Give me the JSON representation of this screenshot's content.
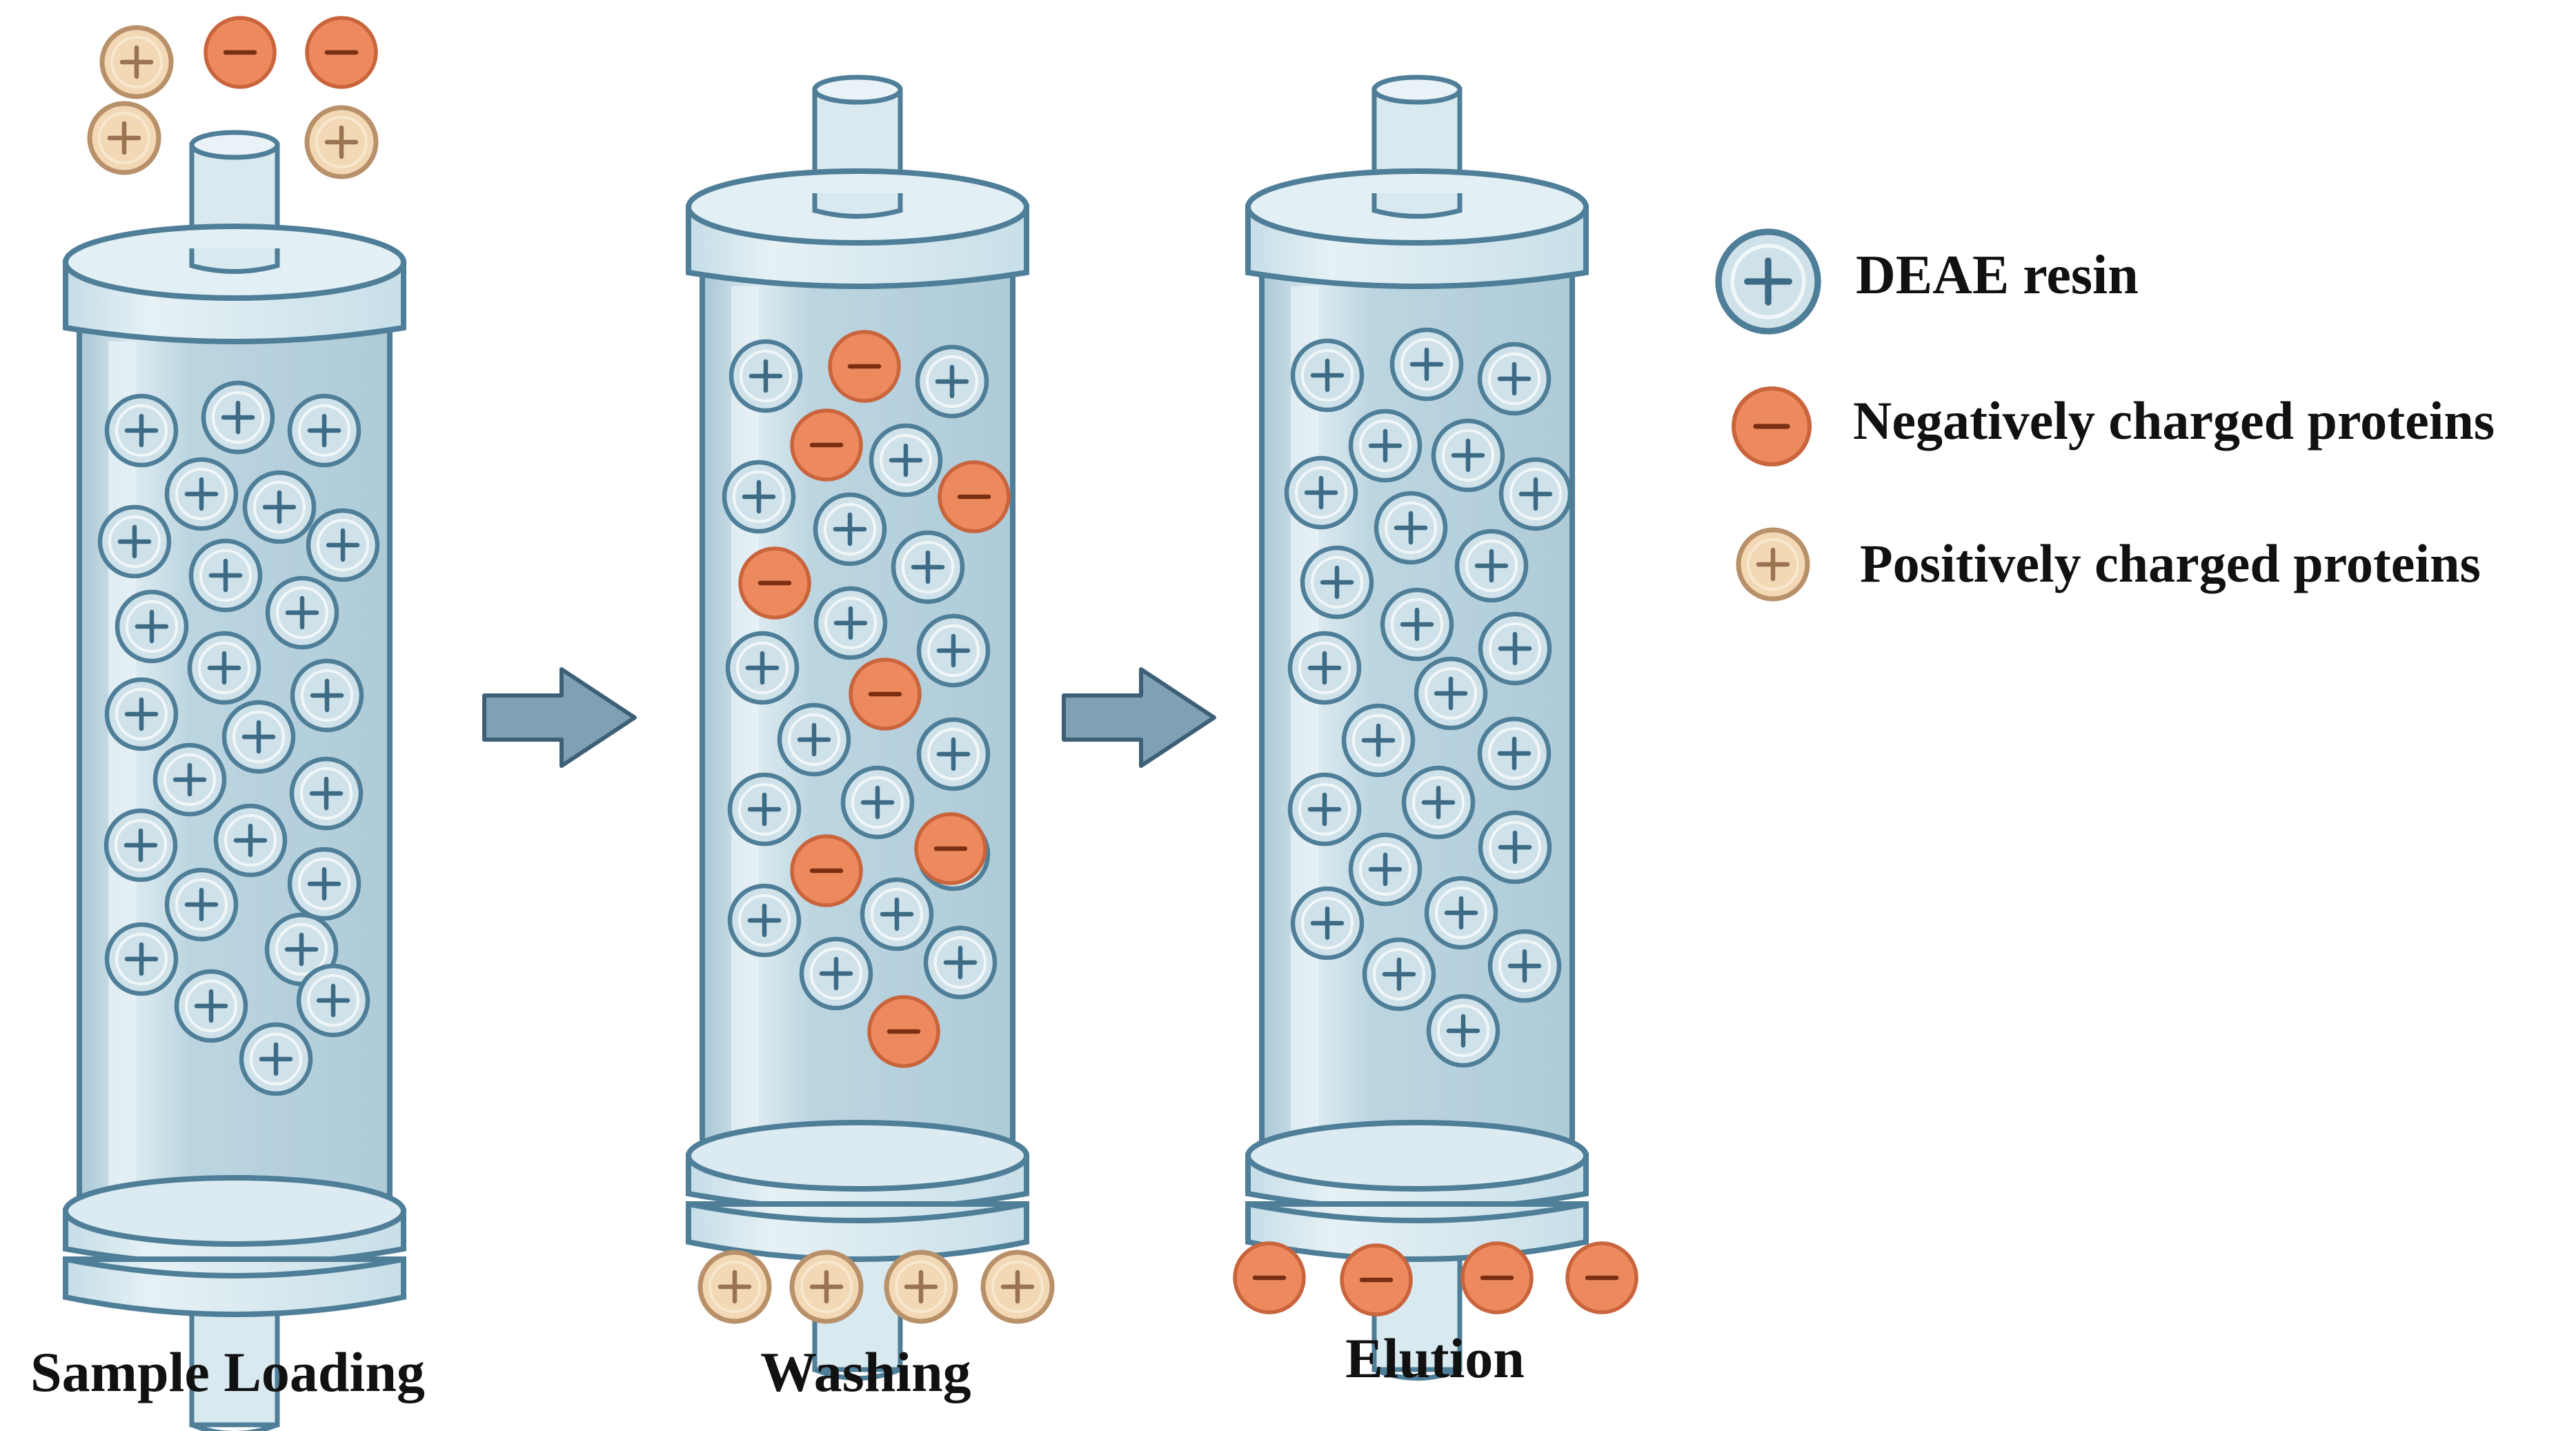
{
  "steps": [
    {
      "id": "sample-loading",
      "label": "Sample Loading"
    },
    {
      "id": "washing",
      "label": "Washing"
    },
    {
      "id": "elution",
      "label": "Elution"
    }
  ],
  "legend": [
    {
      "kind": "resin",
      "label": "DEAE resin"
    },
    {
      "kind": "neg",
      "label": "Negatively charged proteins"
    },
    {
      "kind": "pos",
      "label": "Positively charged proteins"
    }
  ],
  "colors": {
    "resin_fill": "#cfe2ea",
    "resin_stroke": "#4f7e98",
    "neg_fill": "#ec8a5d",
    "neg_stroke": "#c9643d",
    "pos_fill": "#f2d8b4",
    "pos_stroke": "#b8906a",
    "column_body": "#bfd8e2",
    "column_stroke": "#4f7e98",
    "arrow_fill": "#7ea1b6",
    "arrow_stroke": "#3e6076"
  }
}
